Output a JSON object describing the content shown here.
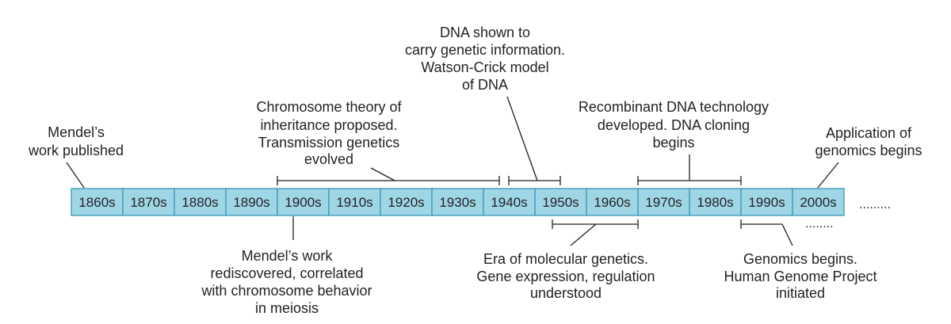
{
  "timeline": {
    "decades": [
      "1860s",
      "1870s",
      "1880s",
      "1890s",
      "1900s",
      "1910s",
      "1920s",
      "1930s",
      "1940s",
      "1950s",
      "1960s",
      "1970s",
      "1980s",
      "1990s",
      "2000s"
    ],
    "continuation_main": ".........",
    "continuation_below": "........",
    "colors": {
      "cell_fill": "#9fd6e6",
      "cell_border": "#3a96b8",
      "line": "#231f20",
      "text": "#231f20"
    }
  },
  "annotations": {
    "mendel_published": [
      "Mendel’s",
      "work published"
    ],
    "chromosome_theory": [
      "Chromosome theory of",
      "inheritance proposed.",
      "Transmission genetics",
      "evolved"
    ],
    "dna_genetic_info": [
      "DNA shown to",
      "carry genetic information.",
      "Watson-Crick model",
      "of DNA"
    ],
    "recombinant_dna": [
      "Recombinant DNA technology",
      "developed. DNA cloning",
      "begins"
    ],
    "genomics_application": [
      "Application of",
      "genomics begins"
    ],
    "mendel_rediscovered": [
      "Mendel’s work",
      "rediscovered, correlated",
      "with chromosome behavior",
      "in meiosis"
    ],
    "molecular_genetics": [
      "Era of molecular genetics.",
      "Gene expression, regulation",
      "understood"
    ],
    "genomics_begins": [
      "Genomics begins.",
      "Human Genome Project",
      "initiated"
    ]
  }
}
